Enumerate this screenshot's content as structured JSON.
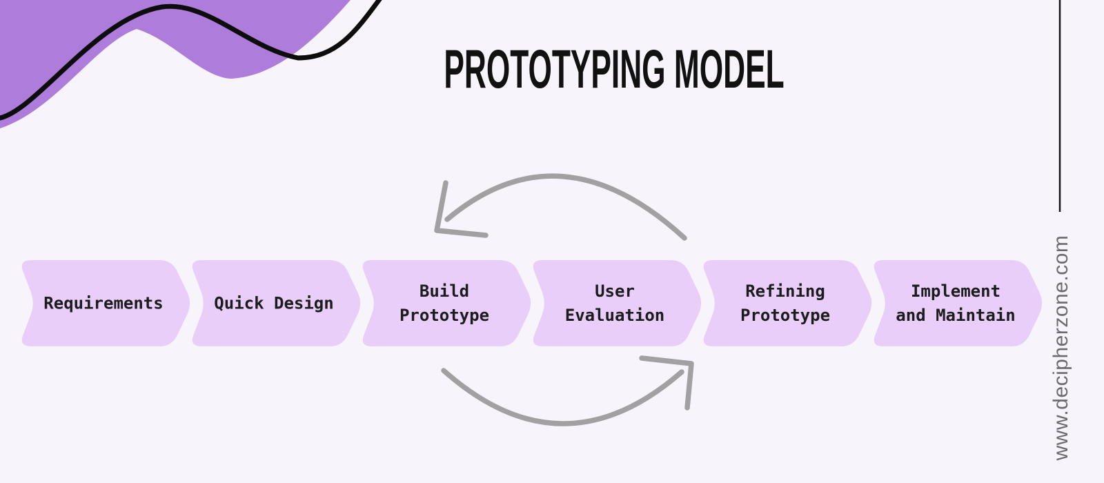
{
  "title": "PROTOTYPING MODEL",
  "steps": [
    {
      "label": "Requirements"
    },
    {
      "label": "Quick Design"
    },
    {
      "label": "Build\nPrototype"
    },
    {
      "label": "User\nEvaluation"
    },
    {
      "label": "Refining\nPrototype"
    },
    {
      "label": "Implement\nand Maintain"
    }
  ],
  "loop": {
    "between": [
      "Build Prototype",
      "User Evaluation"
    ],
    "type": "circular-feedback-arrows"
  },
  "watermark": "www.decipherzone.com",
  "colors": {
    "background": "#f7f4fb",
    "chevron_fill": "#e8cef8",
    "blob": "#ae7cda",
    "arrow_gray": "#a2a0a2",
    "ink": "#111111",
    "watermark_gray": "#6d6a6e"
  }
}
